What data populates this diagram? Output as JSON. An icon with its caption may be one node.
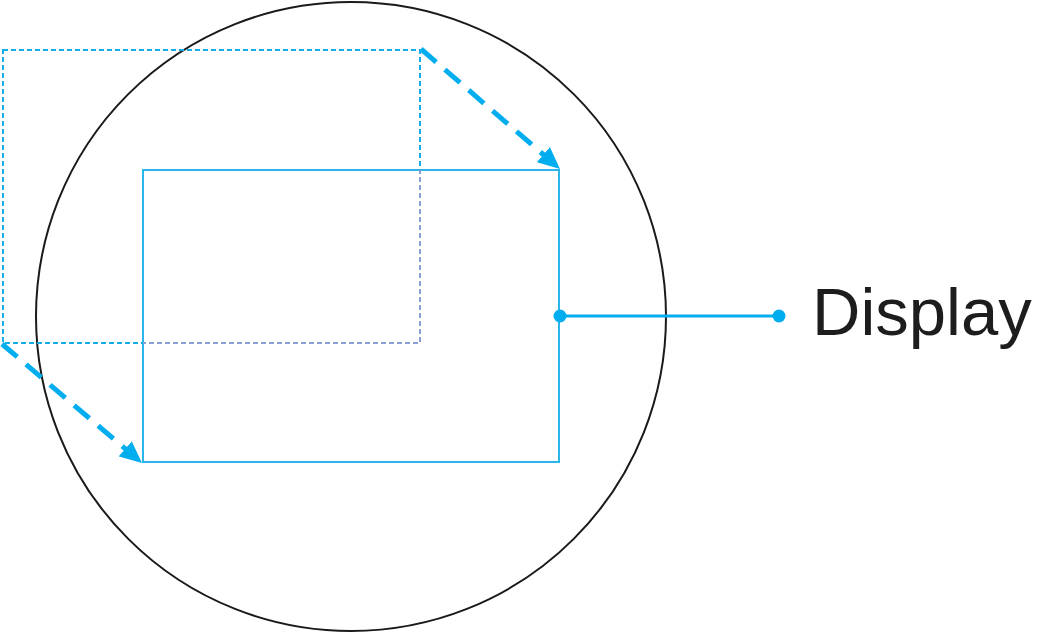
{
  "diagram": {
    "nodes": [
      {
        "text": [],
        "shape": "circle"
      },
      {
        "text": [],
        "shape": "box"
      },
      {
        "text": [],
        "shape": "box",
        "in": 0
      },
      {
        "text": [
          "Display"
        ]
      }
    ],
    "edges": [
      {
        "from": 1,
        "to": 2,
        "arrow": "to",
        "style": "dashed"
      },
      {
        "from": 1,
        "to": 2,
        "arrow": "to",
        "style": "dashed"
      },
      {
        "from": 3,
        "to": 2,
        "arrow": "other"
      }
    ]
  }
}
